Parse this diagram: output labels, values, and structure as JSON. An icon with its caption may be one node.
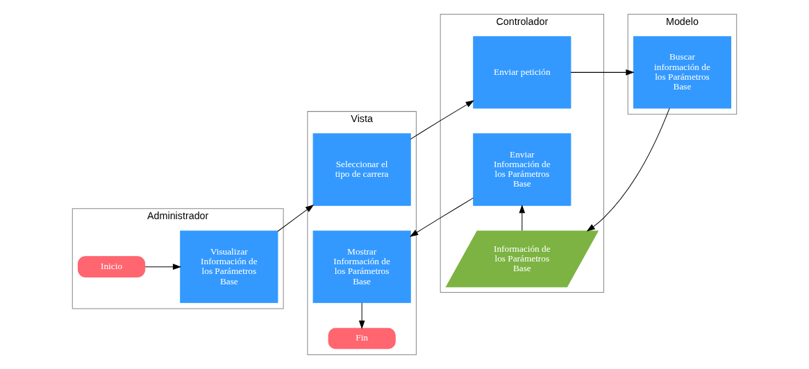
{
  "diagram": {
    "nodes": [
      {
        "text": [
          "Administrador"
        ]
      },
      {
        "text": [
          "Vista"
        ]
      },
      {
        "text": [
          "Controlador"
        ]
      },
      {
        "text": [
          "Modelo"
        ]
      },
      {
        "text": [
          "Inicio"
        ],
        "in": 0
      },
      {
        "text": [
          "Visualizar Información de los Parámetros Base"
        ],
        "in": 0
      },
      {
        "text": [
          "Seleccionar el tipo de carrera"
        ],
        "in": 1
      },
      {
        "text": [
          "Mostrar Información de los Parámetros Base"
        ],
        "in": 1
      },
      {
        "text": [
          "Fin"
        ],
        "in": 1
      },
      {
        "text": [
          "Enviar petición"
        ],
        "in": 2
      },
      {
        "text": [
          "Enviar Información de los Parámetros Base"
        ],
        "in": 2
      },
      {
        "text": [
          "Información de los Parámetros Base"
        ],
        "in": 2
      },
      {
        "text": [
          "Buscar información de los Parámetros Base"
        ],
        "in": 3
      }
    ],
    "edges": [
      {
        "from": 4,
        "to": 5,
        "arrow": "to"
      },
      {
        "from": 5,
        "to": 6,
        "arrow": "to"
      },
      {
        "from": 6,
        "to": 9,
        "arrow": "to"
      },
      {
        "from": 9,
        "to": 12,
        "arrow": "to"
      },
      {
        "from": 12,
        "to": 11,
        "arrow": "to"
      },
      {
        "from": 11,
        "to": 10,
        "arrow": "to"
      },
      {
        "from": 10,
        "to": 7,
        "arrow": "to"
      },
      {
        "from": 7,
        "to": 8,
        "arrow": "to"
      }
    ]
  }
}
